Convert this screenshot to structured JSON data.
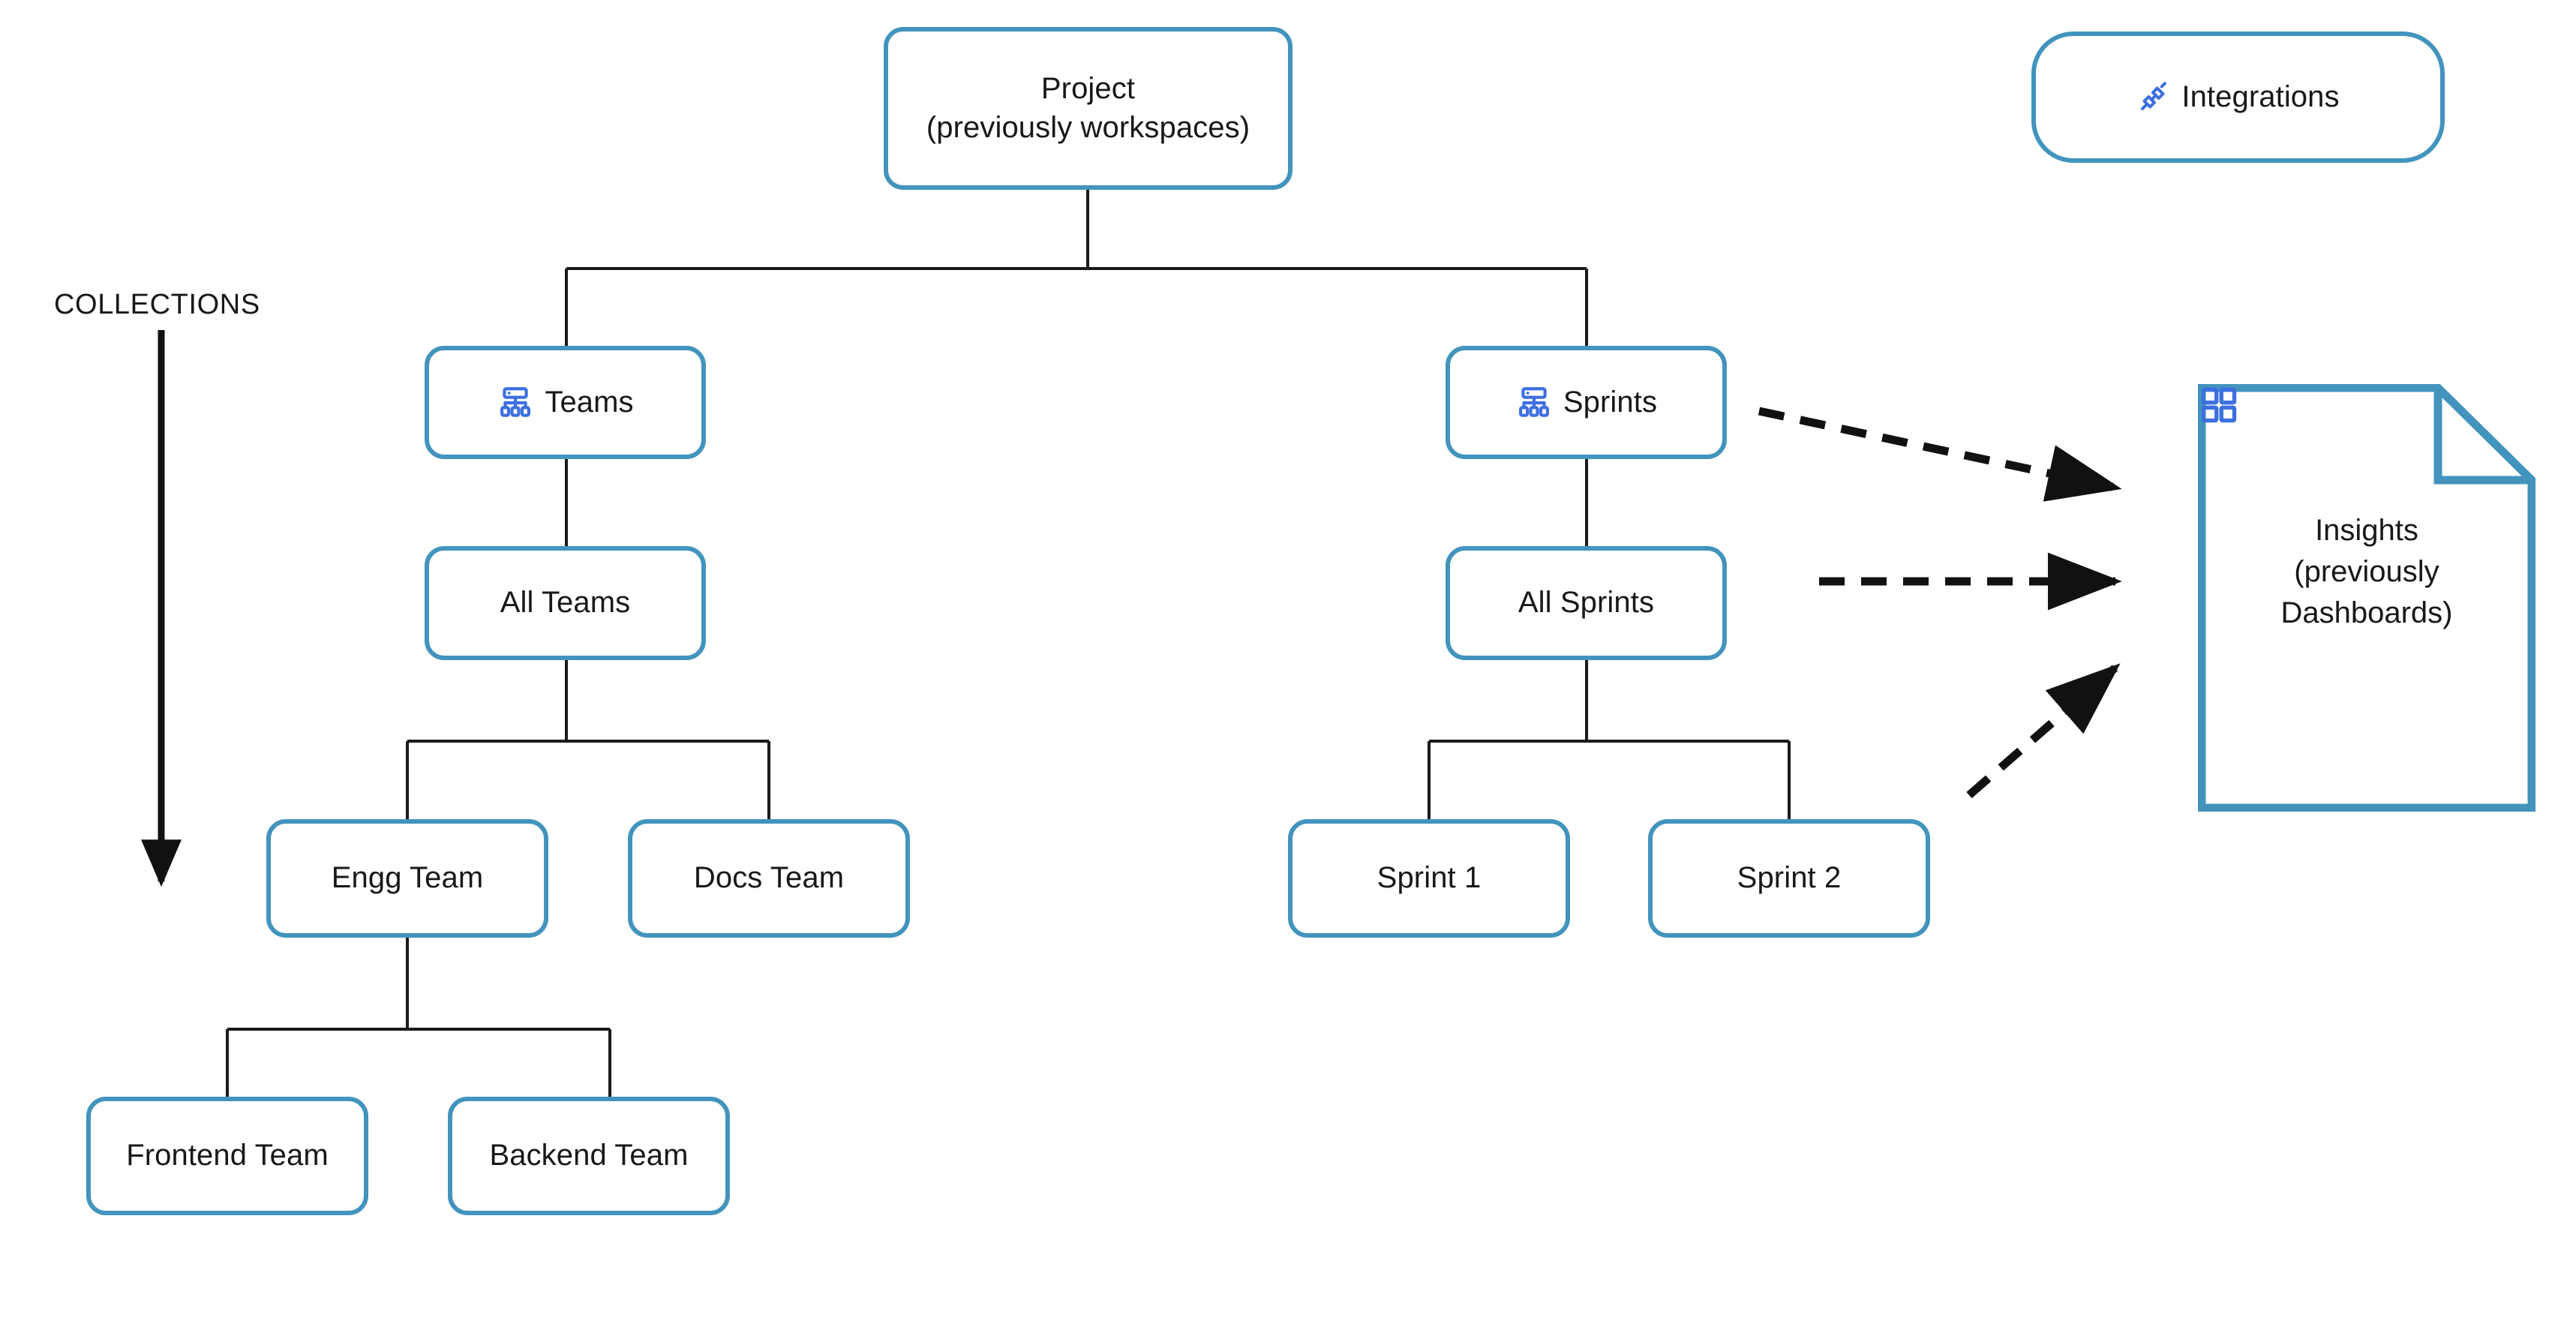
{
  "diagram": {
    "title_caption": "COLLECTIONS",
    "accent_color": "#4294bd",
    "icon_color": "#3d6fe0",
    "connector_color": "#1a1a1a",
    "background": "#ffffff"
  },
  "nodes": {
    "project": {
      "label": "Project\n(previously workspaces)",
      "icon": null
    },
    "integrations": {
      "label": "Integrations",
      "icon": "plug-connector-icon"
    },
    "teams": {
      "label": "Teams",
      "icon": "hierarchy-icon"
    },
    "sprints": {
      "label": "Sprints",
      "icon": "hierarchy-icon"
    },
    "all_teams": {
      "label": "All Teams"
    },
    "all_sprints": {
      "label": "All Sprints"
    },
    "engg_team": {
      "label": "Engg Team"
    },
    "docs_team": {
      "label": "Docs Team"
    },
    "sprint_1": {
      "label": "Sprint 1"
    },
    "sprint_2": {
      "label": "Sprint 2"
    },
    "frontend_team": {
      "label": "Frontend Team"
    },
    "backend_team": {
      "label": "Backend Team"
    },
    "insights": {
      "label": "Insights\n(previously\nDashboards)",
      "icon": "dashboard-grid-icon"
    }
  },
  "edges": [
    {
      "from": "project",
      "to": "teams",
      "style": "solid"
    },
    {
      "from": "project",
      "to": "sprints",
      "style": "solid"
    },
    {
      "from": "teams",
      "to": "all_teams",
      "style": "solid"
    },
    {
      "from": "all_teams",
      "to": "engg_team",
      "style": "solid"
    },
    {
      "from": "all_teams",
      "to": "docs_team",
      "style": "solid"
    },
    {
      "from": "engg_team",
      "to": "frontend_team",
      "style": "solid"
    },
    {
      "from": "engg_team",
      "to": "backend_team",
      "style": "solid"
    },
    {
      "from": "sprints",
      "to": "all_sprints",
      "style": "solid"
    },
    {
      "from": "all_sprints",
      "to": "sprint_1",
      "style": "solid"
    },
    {
      "from": "all_sprints",
      "to": "sprint_2",
      "style": "solid"
    },
    {
      "from": "sprints",
      "to": "insights",
      "style": "dashed-arrow"
    },
    {
      "from": "all_sprints",
      "to": "insights",
      "style": "dashed-arrow"
    },
    {
      "from": "sprint_2",
      "to": "insights",
      "style": "dashed-arrow"
    }
  ],
  "annotations": {
    "collections_arrow": "downward-arrow"
  }
}
